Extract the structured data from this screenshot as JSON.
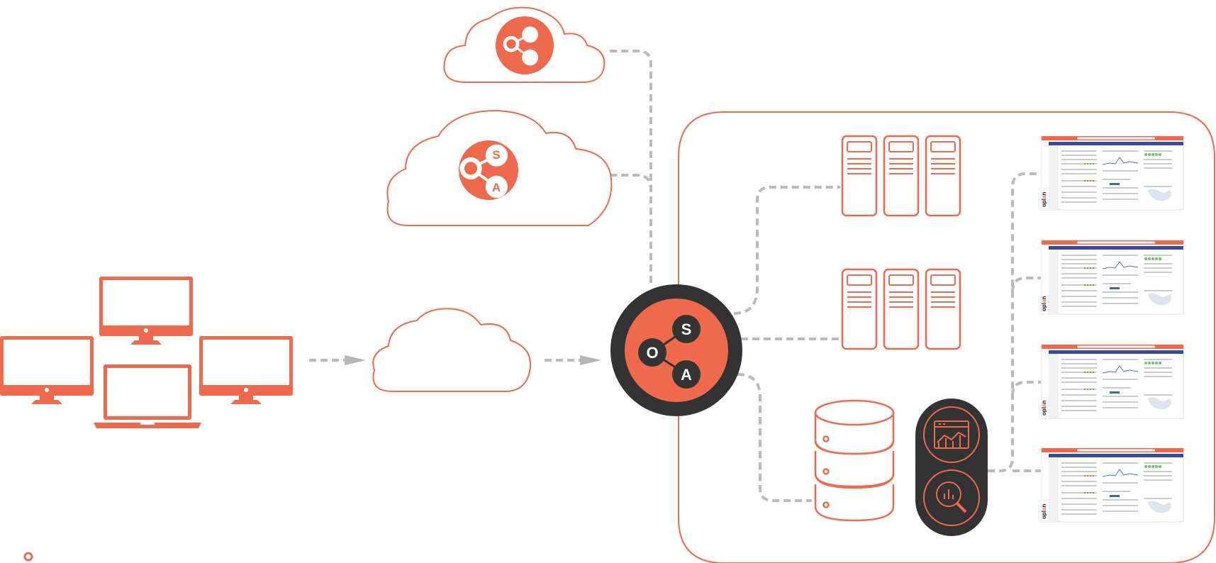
{
  "colors": {
    "accent": "#ef6a4d",
    "dark": "#333333",
    "connector": "#bbbbbb",
    "dashboard_header": "#3a4a9a"
  },
  "osa_logo": {
    "o": "O",
    "s": "S",
    "a": "A"
  },
  "dashboard_brand": "opl",
  "dashboard_brand_accent": "a",
  "dashboard_brand_end": "n",
  "icons": {
    "cloud_top": "osa-cloud-icon",
    "cloud_mid": "osa-cloud-icon",
    "cloud_internet": "cloud-icon",
    "devices": [
      "desktop-monitor-icon",
      "laptop-icon"
    ],
    "servers": "server-rack-icon",
    "database": "database-icon",
    "analytics": [
      "web-analytics-chart-icon",
      "magnifier-analytics-icon"
    ],
    "dashboards": "dashboard-screenshot-icon"
  }
}
